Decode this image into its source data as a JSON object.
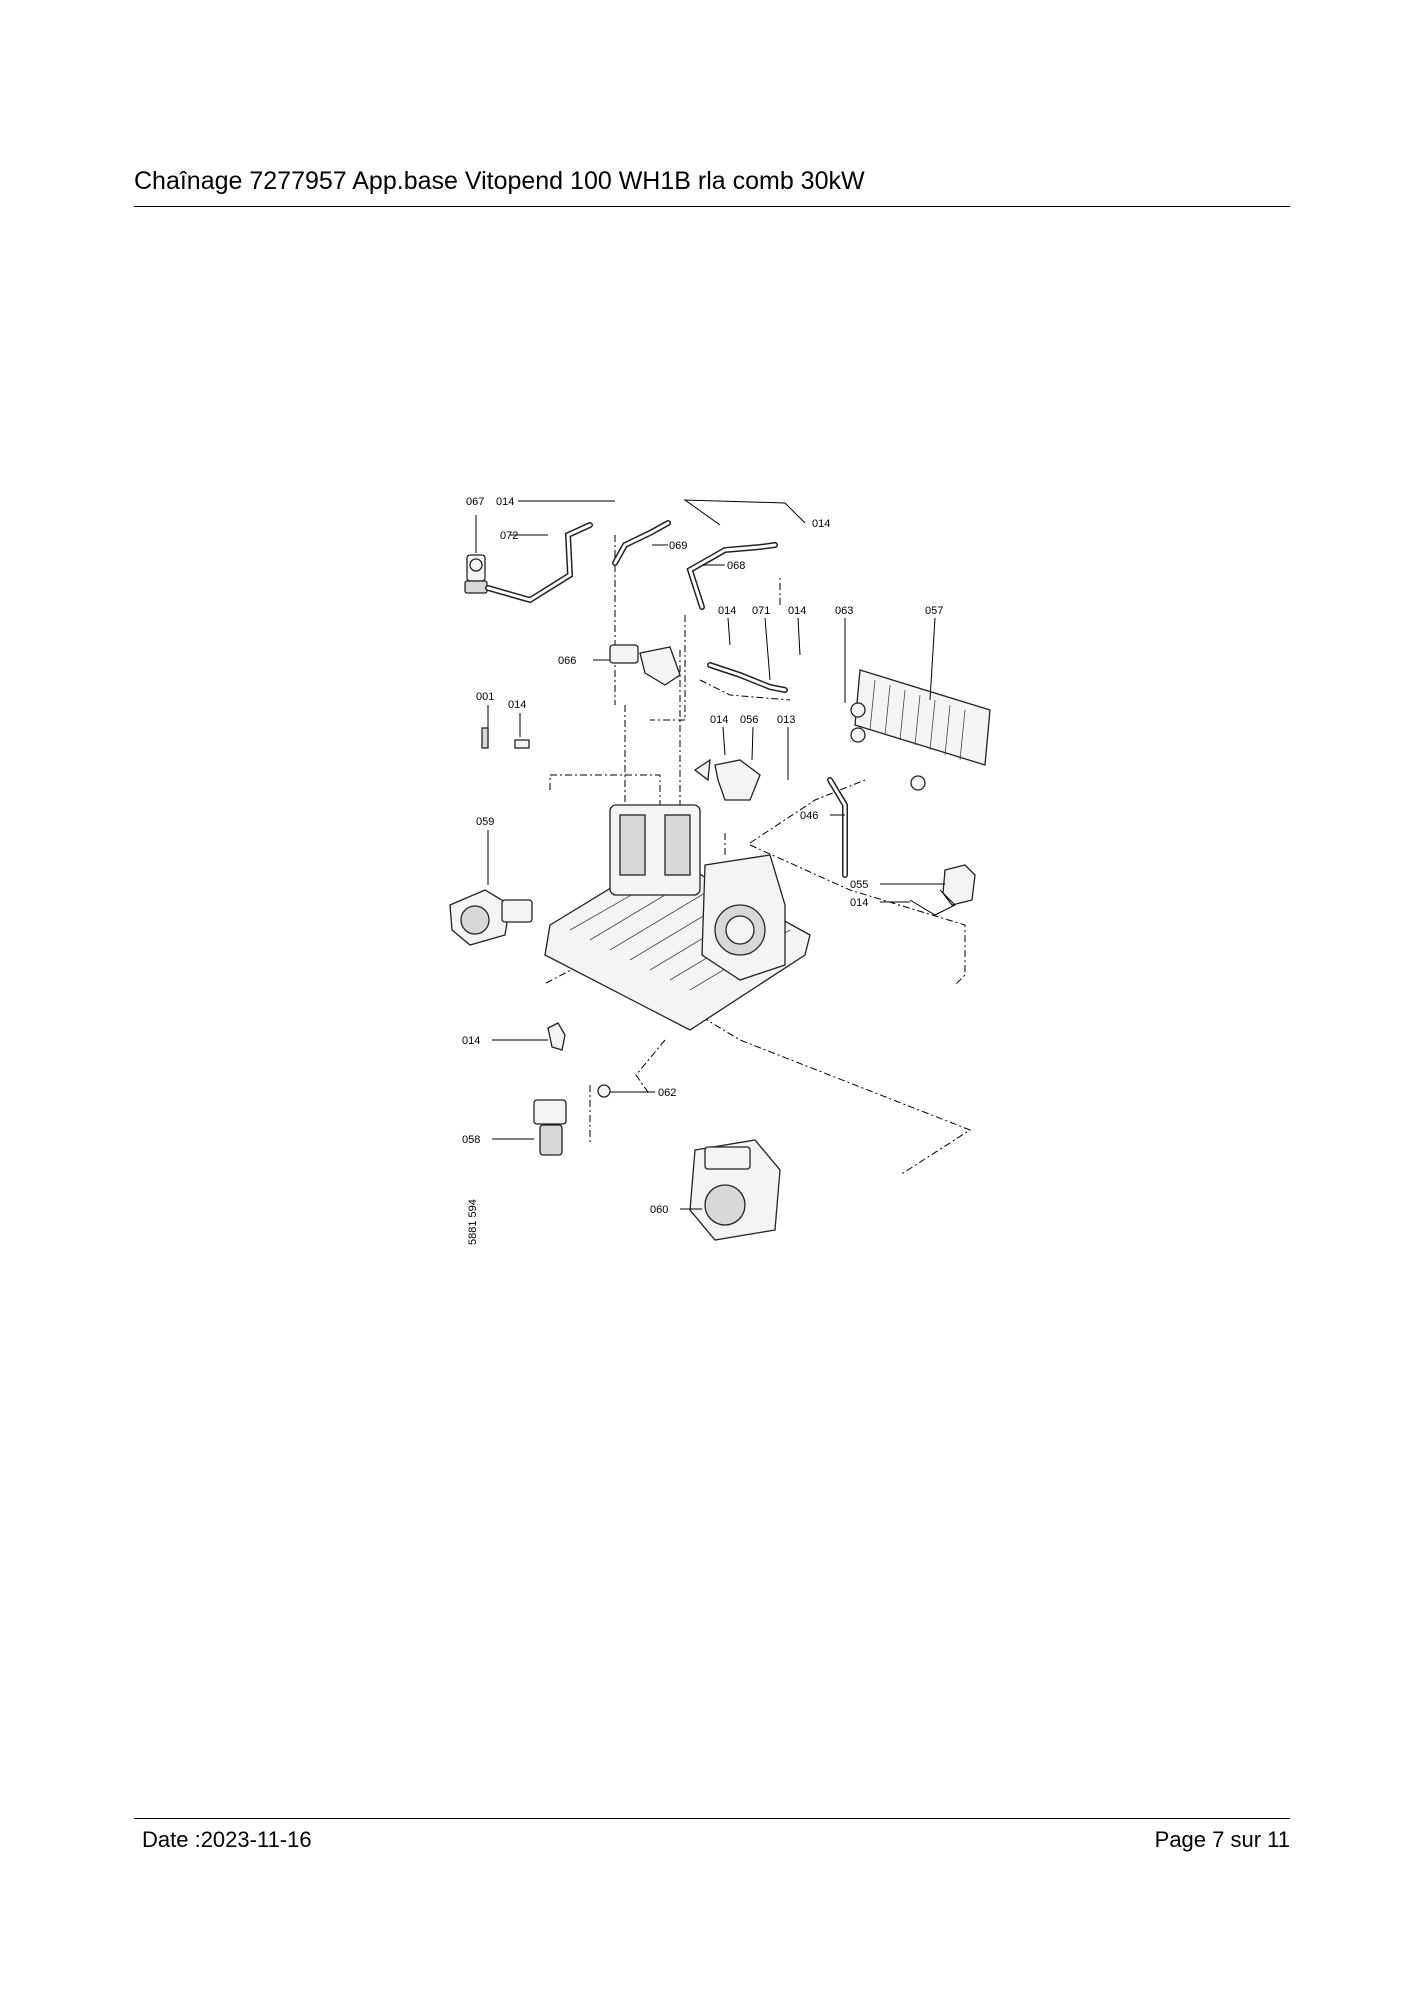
{
  "header": {
    "title": "Chaînage 7277957 App.base Vitopend 100 WH1B rla comb 30kW"
  },
  "diagram": {
    "labels": {
      "l067": "067",
      "l014a": "014",
      "l072": "072",
      "l069": "069",
      "l014b": "014",
      "l068": "068",
      "l014c": "014",
      "l071": "071",
      "l014d": "014",
      "l063": "063",
      "l057": "057",
      "l066": "066",
      "l001": "001",
      "l014e": "014",
      "l014f": "014",
      "l056": "056",
      "l013": "013",
      "l046": "046",
      "l059": "059",
      "l055": "055",
      "l014g": "014",
      "l014h": "014",
      "l062": "062",
      "l058": "058",
      "l060": "060"
    },
    "figure_number": "5881 594"
  },
  "footer": {
    "date": "Date :2023-11-16",
    "page": "Page 7 sur  11"
  }
}
